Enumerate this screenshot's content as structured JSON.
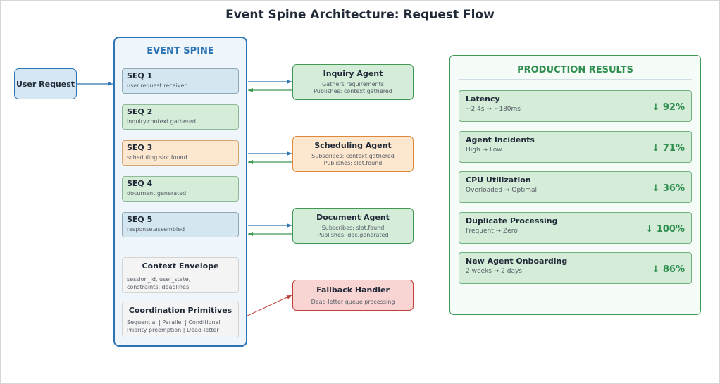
{
  "title": "Event Spine Architecture: Request Flow",
  "user_request": "User Request",
  "spine": {
    "title": "EVENT SPINE",
    "seqs": [
      {
        "label": "SEQ 1",
        "event": "user.request.received",
        "color": "blue"
      },
      {
        "label": "SEQ 2",
        "event": "inquiry.context.gathered",
        "color": "green"
      },
      {
        "label": "SEQ 3",
        "event": "scheduling.slot.found",
        "color": "orange"
      },
      {
        "label": "SEQ 4",
        "event": "document.generated",
        "color": "green"
      },
      {
        "label": "SEQ 5",
        "event": "response.assembled",
        "color": "blue"
      }
    ],
    "context_envelope": {
      "title": "Context Envelope",
      "line1": "session_id, user_state,",
      "line2": "constraints, deadlines"
    },
    "coordination": {
      "title": "Coordination Primitives",
      "line1": "Sequential | Parallel | Conditional",
      "line2": "Priority preemption | Dead-letter"
    }
  },
  "agents": [
    {
      "name": "Inquiry Agent",
      "line1": "Gathers requirements",
      "line2": "Publishes: context.gathered"
    },
    {
      "name": "Scheduling Agent",
      "line1": "Subscribes: context.gathered",
      "line2": "Publishes: slot.found"
    },
    {
      "name": "Document Agent",
      "line1": "Subscribes: slot.found",
      "line2": "Publishes: doc.generated"
    }
  ],
  "fallback": {
    "name": "Fallback Handler",
    "line1": "Dead-letter queue processing"
  },
  "results": {
    "title": "PRODUCTION RESULTS",
    "metrics": [
      {
        "name": "Latency",
        "change": "~2.4s → ~180ms",
        "value": "↓ 92%"
      },
      {
        "name": "Agent Incidents",
        "change": "High → Low",
        "value": "↓ 71%"
      },
      {
        "name": "CPU Utilization",
        "change": "Overloaded → Optimal",
        "value": "↓ 36%"
      },
      {
        "name": "Duplicate Processing",
        "change": "Frequent → Zero",
        "value": "↓ 100%"
      },
      {
        "name": "New Agent Onboarding",
        "change": "2 weeks → 2 days",
        "value": "↓ 86%"
      }
    ]
  },
  "colors": {
    "spine_blue": "#2d74b5",
    "green": "#3f9955",
    "orange": "#e0893a",
    "red": "#c0413b",
    "result_green": "#2f8e4f"
  }
}
